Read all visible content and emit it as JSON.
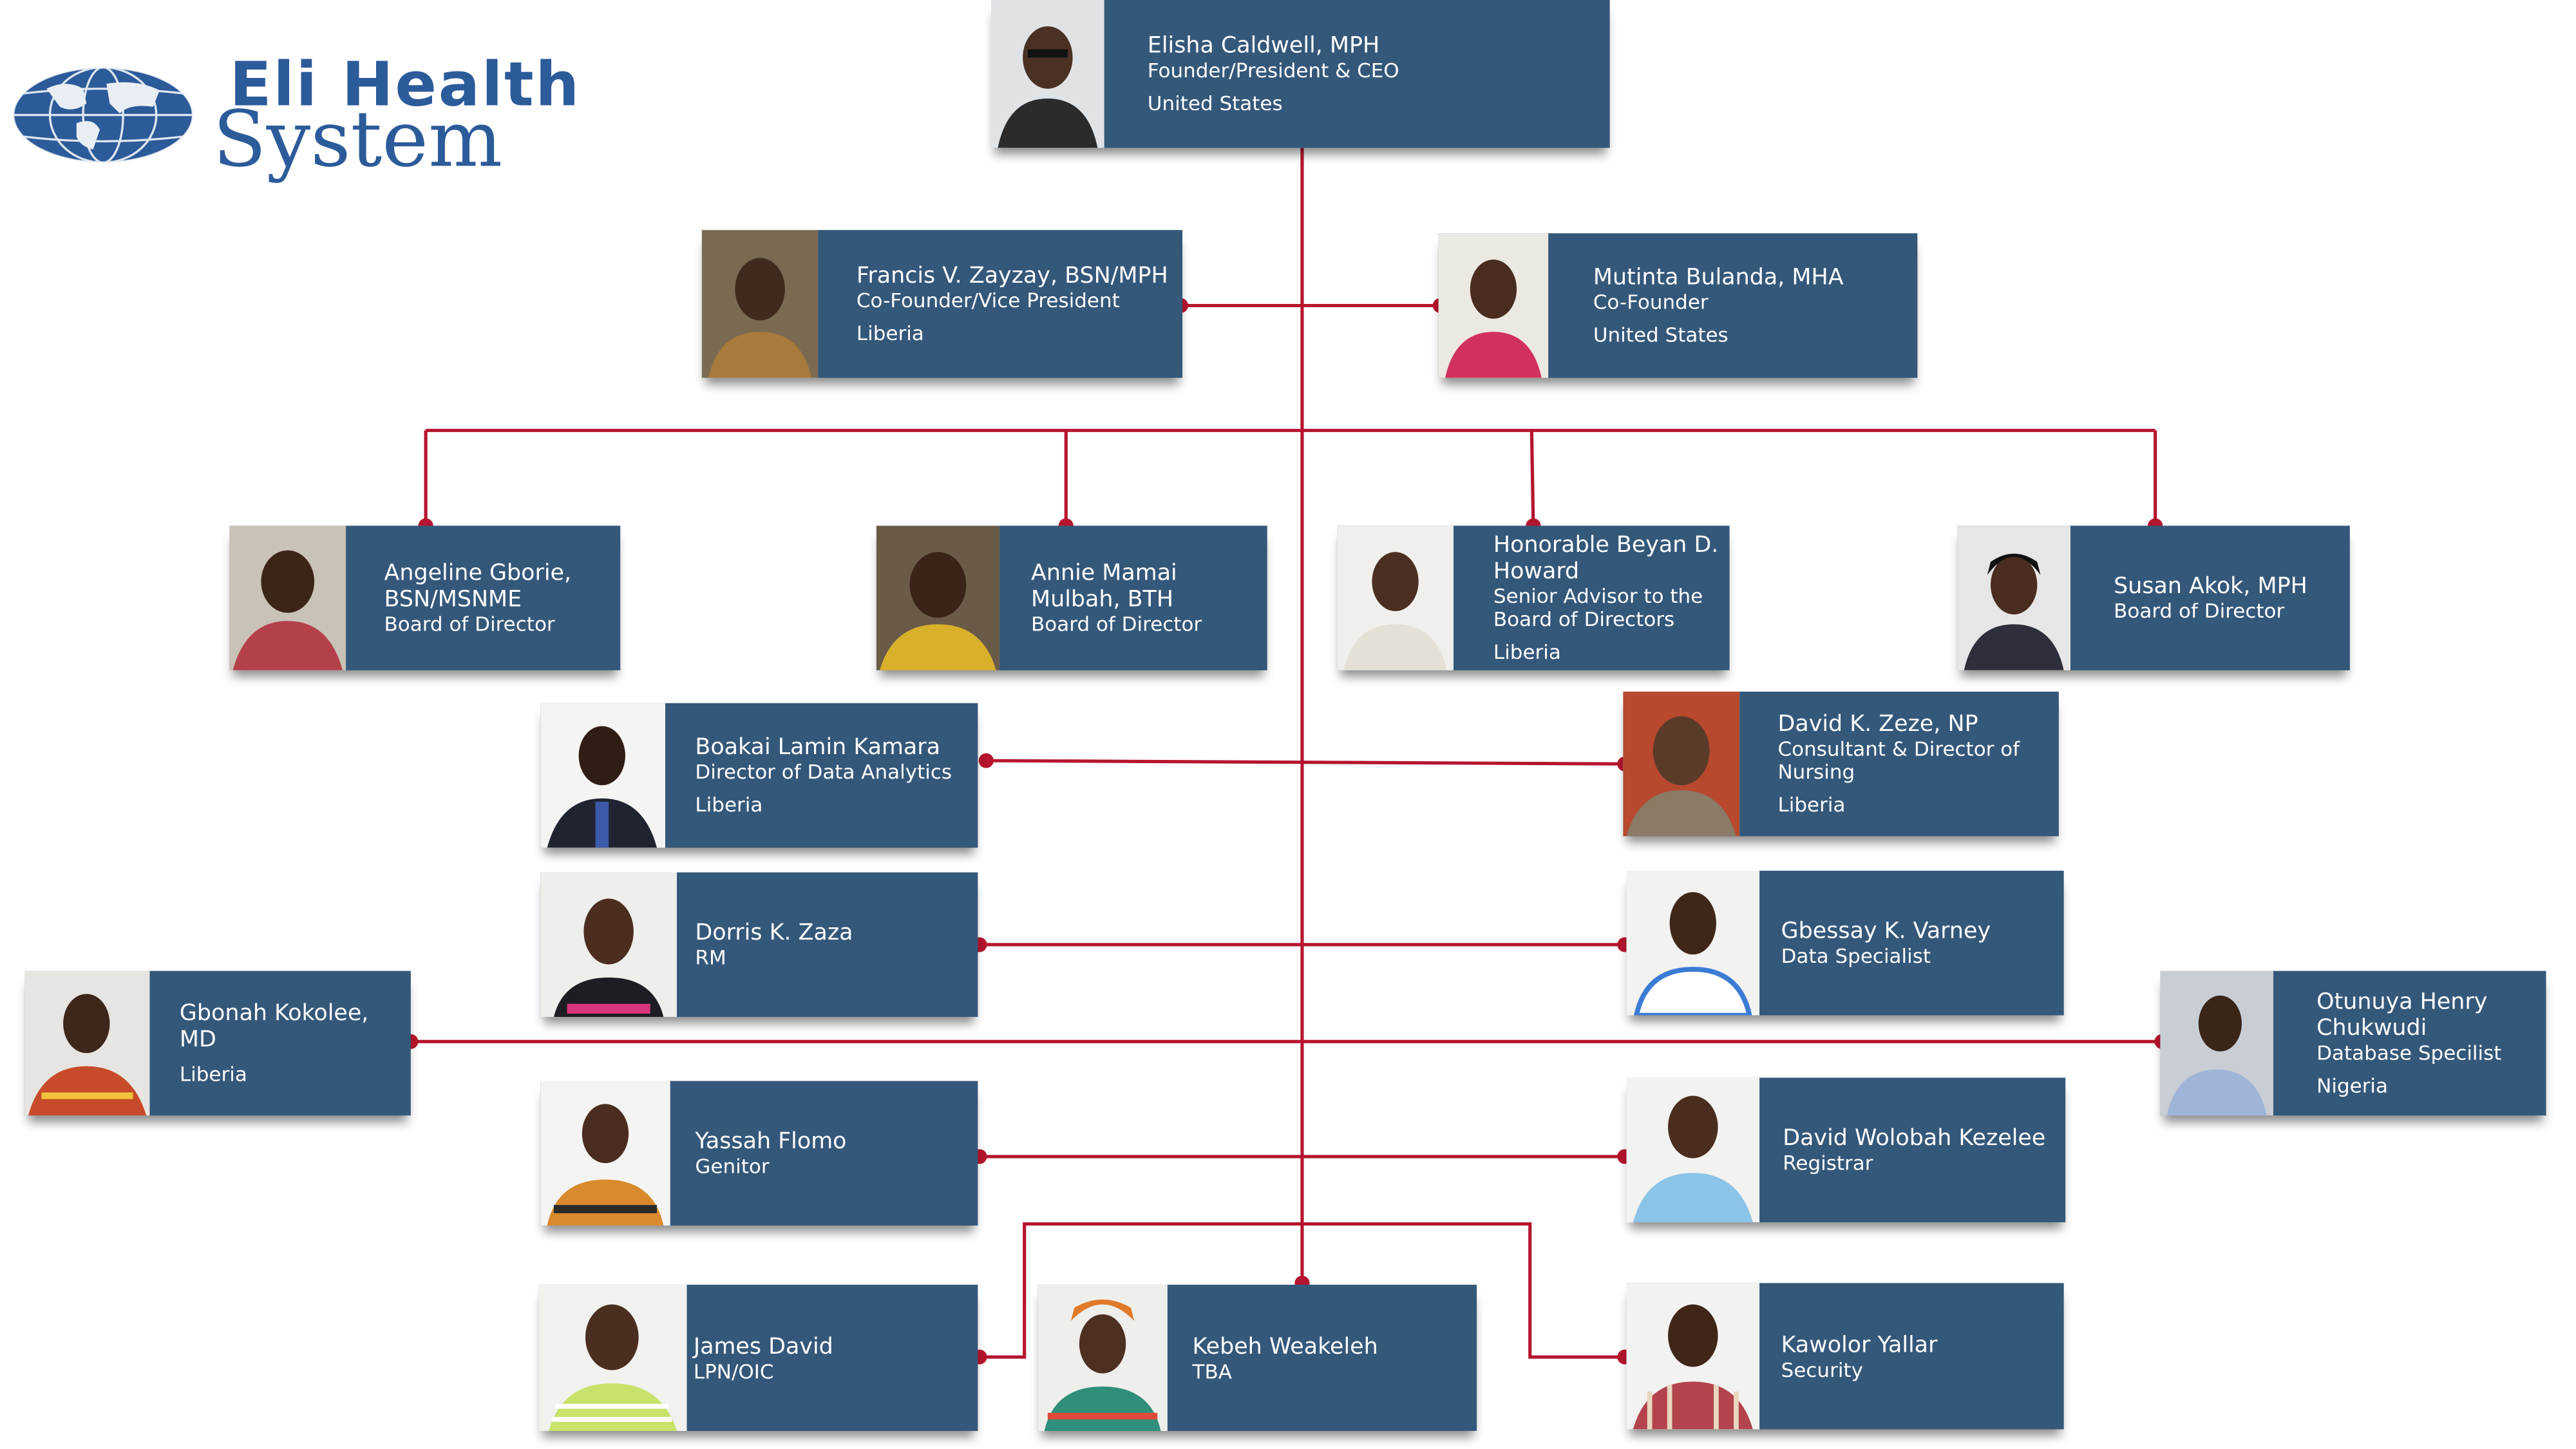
{
  "brand": {
    "line1": "Eli Health",
    "line2": "System",
    "color": "#2c5b9a"
  },
  "colors": {
    "card": "#34587a",
    "connector": "#b5152e"
  },
  "people": {
    "ceo": {
      "name": "Elisha Caldwell, MPH",
      "role": "Founder/President & CEO",
      "location": "United States"
    },
    "zayzay": {
      "name": "Francis V. Zayzay, BSN/MPH",
      "role": "Co-Founder/Vice President",
      "location": "Liberia"
    },
    "bulanda": {
      "name": "Mutinta Bulanda, MHA",
      "role": "Co-Founder",
      "location": "United States"
    },
    "gborie": {
      "name": "Angeline Gborie, BSN/MSNME",
      "role": "Board of Director",
      "location": ""
    },
    "mulbah": {
      "name": "Annie Mamai Mulbah, BTH",
      "role": "Board of Director",
      "location": ""
    },
    "howard": {
      "name": "Honorable Beyan D. Howard",
      "role": "Senior Advisor to the Board of Directors",
      "location": "Liberia"
    },
    "akok": {
      "name": "Susan Akok, MPH",
      "role": "Board of Director",
      "location": ""
    },
    "kamara": {
      "name": "Boakai Lamin Kamara",
      "role": "Director of Data Analytics",
      "location": "Liberia"
    },
    "zeze": {
      "name": "David K. Zeze, NP",
      "role": "Consultant  & Director of Nursing",
      "location": "Liberia"
    },
    "zaza": {
      "name": "Dorris K. Zaza",
      "role": "RM",
      "location": ""
    },
    "varney": {
      "name": "Gbessay K. Varney",
      "role": "Data Specialist",
      "location": ""
    },
    "kokolee": {
      "name": "Gbonah Kokolee, MD",
      "role": "",
      "location": "Liberia"
    },
    "chukwudi": {
      "name": "Otunuya Henry Chukwudi",
      "role": "Database Specilist",
      "location": "Nigeria"
    },
    "flomo": {
      "name": "Yassah Flomo",
      "role": "Genitor",
      "location": ""
    },
    "kezelee": {
      "name": "David Wolobah Kezelee",
      "role": "Registrar",
      "location": ""
    },
    "david": {
      "name": "James David",
      "role": "LPN/OIC",
      "location": ""
    },
    "weakeleh": {
      "name": "Kebeh Weakeleh",
      "role": "TBA",
      "location": ""
    },
    "yallar": {
      "name": "Kawolor Yallar",
      "role": "Security",
      "location": ""
    }
  }
}
